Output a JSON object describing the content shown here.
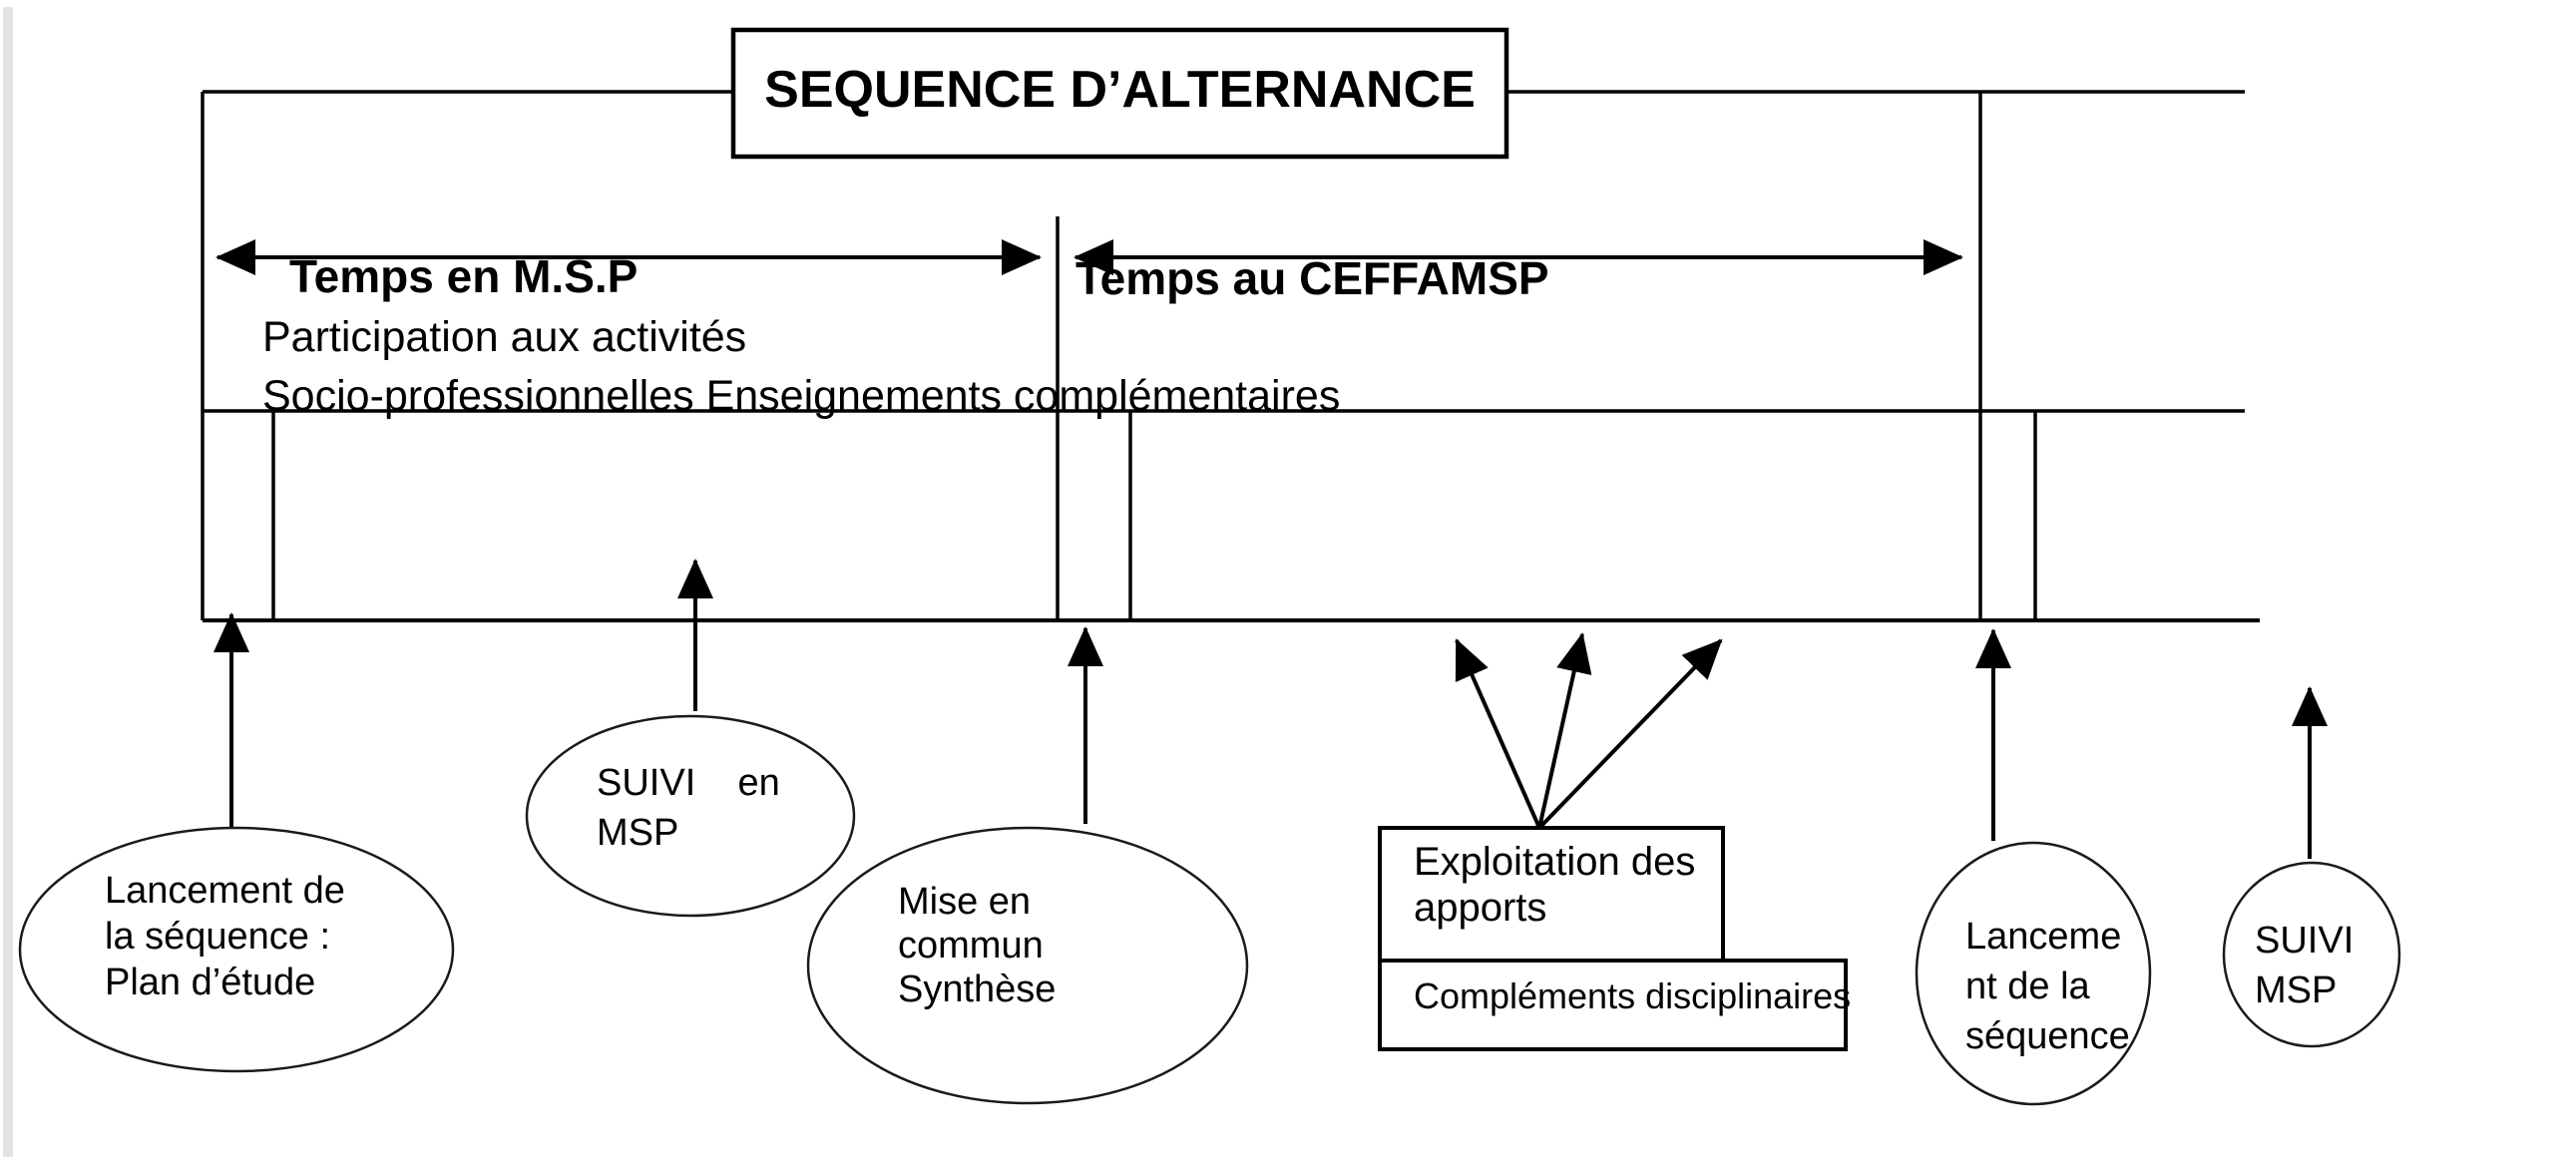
{
  "title": "SEQUENCE D’ALTERNANCE",
  "timeline": {
    "left_label": "Temps en M.S.P",
    "right_label": "Temps au CEFFAMSP",
    "sub_line1": "Participation aux activités",
    "sub_line2": "Socio-professionnelles Enseignements complémentaires"
  },
  "nodes": {
    "launch_left": {
      "shape": "ellipse",
      "lines": [
        "Lancement de",
        "la séquence :",
        "Plan d’étude"
      ]
    },
    "suivi_msp_left": {
      "shape": "ellipse",
      "lines": [
        "SUIVI    en",
        "MSP"
      ]
    },
    "mise_en_commun": {
      "shape": "ellipse",
      "lines": [
        "Mise en",
        "commun",
        "Synthèse"
      ]
    },
    "exploitation": {
      "shape": "rect",
      "lines": [
        "Exploitation des",
        "apports"
      ]
    },
    "complements": {
      "shape": "rect",
      "lines": [
        "Compléments disciplinaires"
      ]
    },
    "launch_right": {
      "shape": "ellipse",
      "lines": [
        "Lanceme",
        "nt de la",
        "séquence"
      ]
    },
    "suivi_msp_right": {
      "shape": "ellipse",
      "lines": [
        "SUIVI",
        "MSP"
      ]
    }
  },
  "colors": {
    "ink": "#000000",
    "paper": "#ffffff",
    "edge_strip": "#e3e3e3"
  }
}
